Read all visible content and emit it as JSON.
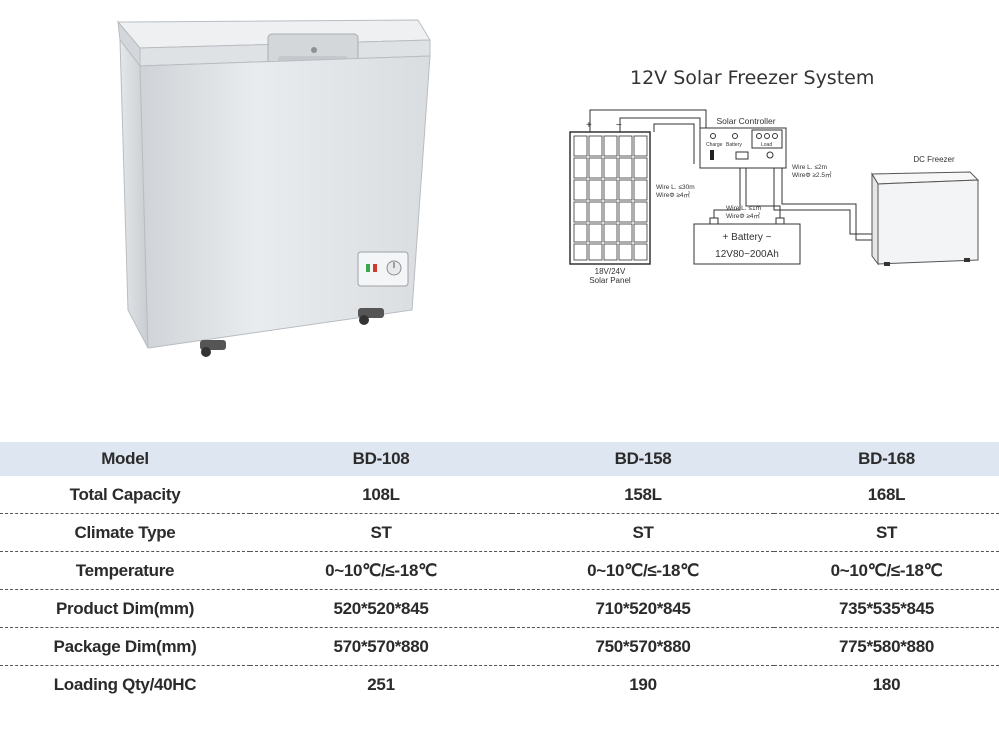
{
  "diagram": {
    "title": "12V  Solar Freezer System",
    "controller_label": "Solar Controller",
    "charge_label": "Charge",
    "battery_indicator_label": "Battery",
    "load_label": "Load",
    "plus": "+",
    "minus": "−",
    "panel_wire_len": "Wire L. ≤30m",
    "panel_wire_dia": "WireΦ  ≥4㎡",
    "load_wire_len": "Wire L. ≤2m",
    "load_wire_dia": "WireΦ  ≥2.5㎡",
    "battery_wire_len": "Wire L. ≤1m",
    "battery_wire_dia": "WireΦ  ≥4㎡",
    "battery_name": "+  Battery  −",
    "battery_spec": "12V80~200Ah",
    "panel_label_1": "18V/24V",
    "panel_label_2": "Solar Panel",
    "freezer_label": "DC Freezer"
  },
  "spec_table": {
    "header": [
      "Model",
      "BD-108",
      "BD-158",
      "BD-168"
    ],
    "rows": [
      [
        "Total Capacity",
        "108L",
        "158L",
        "168L"
      ],
      [
        "Climate Type",
        "ST",
        "ST",
        "ST"
      ],
      [
        "Temperature",
        "0~10℃/≤-18℃",
        "0~10℃/≤-18℃",
        "0~10℃/≤-18℃"
      ],
      [
        "Product Dim(mm)",
        "520*520*845",
        "710*520*845",
        "735*535*845"
      ],
      [
        "Package Dim(mm)",
        "570*570*880",
        "750*570*880",
        "775*580*880"
      ],
      [
        "Loading Qty/40HC",
        "251",
        "190",
        "180"
      ]
    ]
  },
  "colors": {
    "header_band": "#dde6f1",
    "freezer_body": "#e6e9ec",
    "text": "#2b2b2b"
  }
}
